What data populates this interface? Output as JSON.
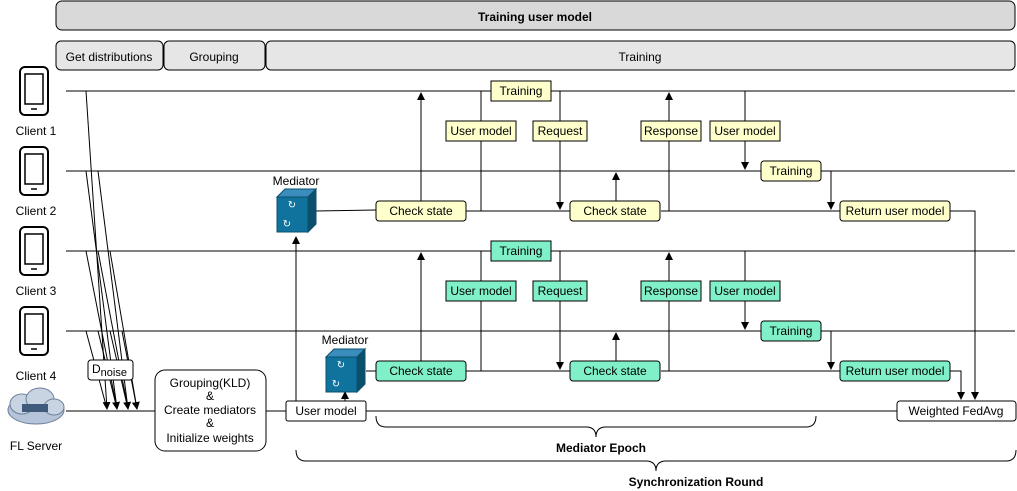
{
  "header": {
    "title": "Training user model"
  },
  "phases": {
    "get_distributions": "Get distributions",
    "grouping": "Grouping",
    "training": "Training"
  },
  "clients": [
    "Client 1",
    "Client 2",
    "Client 3",
    "Client 4"
  ],
  "server": {
    "label": "FL Server"
  },
  "dnoise": {
    "main": "D",
    "sub": "noise"
  },
  "grouping_box": {
    "line1": "Grouping(KLD)",
    "line2": "&",
    "line3": "Create mediators",
    "line4": "&",
    "line5": "Initialize weights"
  },
  "server_boxes": {
    "user_model": "User model",
    "weighted_fedavg": "Weighted FedAvg"
  },
  "mediator_label": "Mediator",
  "group1": {
    "training_top": "Training",
    "user_model_a": "User model",
    "request": "Request",
    "response": "Response",
    "user_model_b": "User model",
    "training_mid": "Training",
    "check_state_a": "Check state",
    "check_state_b": "Check state",
    "return_user_model": "Return user model"
  },
  "group2": {
    "training_top": "Training",
    "user_model_a": "User model",
    "request": "Request",
    "response": "Response",
    "user_model_b": "User model",
    "training_mid": "Training",
    "check_state_a": "Check state",
    "check_state_b": "Check state",
    "return_user_model": "Return user model"
  },
  "braces": {
    "mediator_epoch": "Mediator Epoch",
    "synchronization_round": "Synchronization Round"
  },
  "colors": {
    "yellow_fill": "#ffffcc",
    "green_fill": "#7ff0c8",
    "header_fill": "#d9d9d9",
    "mediator_blue": "#10739e"
  }
}
